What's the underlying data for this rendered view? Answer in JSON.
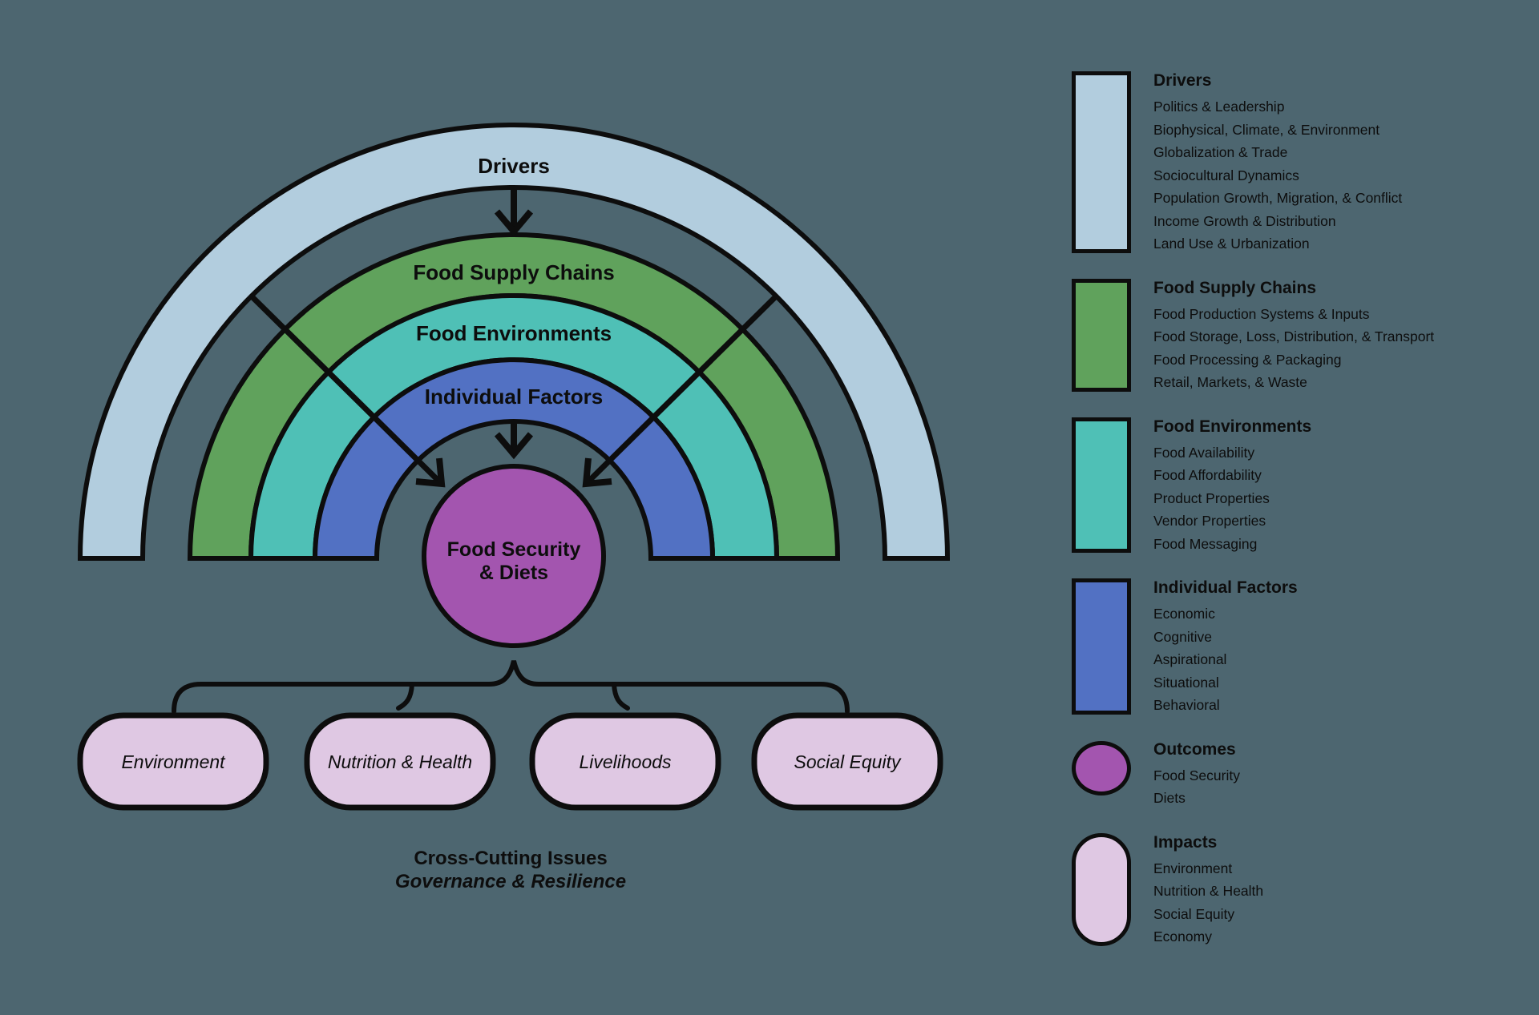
{
  "colors": {
    "background": "#4d6670",
    "ink": "#0d0d0d",
    "drivers": "#b2cdde",
    "food_supply_chains": "#60a25c",
    "food_environments": "#4fc0b6",
    "individual_factors": "#5271c3",
    "outcomes": "#a355af",
    "impacts": "#dfc8e3"
  },
  "diagram": {
    "bands": [
      {
        "label": "Drivers",
        "color": "#b2cdde"
      },
      {
        "label": "Food Supply Chains",
        "color": "#60a25c"
      },
      {
        "label": "Food Environments",
        "color": "#4fc0b6"
      },
      {
        "label": "Individual Factors",
        "color": "#5271c3"
      }
    ],
    "center": {
      "line1": "Food Security",
      "line2": "& Diets",
      "color": "#a355af"
    },
    "impact_pills": [
      "Environment",
      "Nutrition & Health",
      "Livelihoods",
      "Social Equity"
    ],
    "footer": {
      "title": "Cross-Cutting Issues",
      "subtitle": "Governance & Resilience"
    }
  },
  "legend": {
    "sections": [
      {
        "title": "Drivers",
        "swatch": "rect",
        "color": "#b2cdde",
        "items": [
          "Politics & Leadership",
          "Biophysical, Climate, & Environment",
          "Globalization & Trade",
          "Sociocultural Dynamics",
          "Population Growth, Migration, & Conflict",
          "Income Growth & Distribution",
          "Land Use & Urbanization"
        ]
      },
      {
        "title": "Food Supply Chains",
        "swatch": "rect",
        "color": "#60a25c",
        "items": [
          "Food Production Systems & Inputs",
          "Food Storage, Loss, Distribution, & Transport",
          "Food Processing & Packaging",
          "Retail, Markets, & Waste"
        ]
      },
      {
        "title": "Food Environments",
        "swatch": "rect",
        "color": "#4fc0b6",
        "items": [
          "Food Availability",
          "Food Affordability",
          "Product Properties",
          "Vendor Properties",
          "Food Messaging"
        ]
      },
      {
        "title": "Individual Factors",
        "swatch": "rect",
        "color": "#5271c3",
        "items": [
          "Economic",
          "Cognitive",
          "Aspirational",
          "Situational",
          "Behavioral"
        ]
      },
      {
        "title": "Outcomes",
        "swatch": "circle",
        "color": "#a355af",
        "items": [
          "Food Security",
          "Diets"
        ]
      },
      {
        "title": "Impacts",
        "swatch": "pill",
        "color": "#dfc8e3",
        "items": [
          "Environment",
          "Nutrition & Health",
          "Social Equity",
          "Economy"
        ]
      }
    ]
  }
}
